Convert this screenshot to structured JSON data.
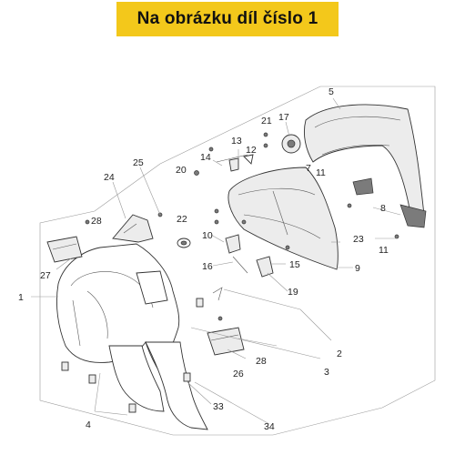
{
  "banner": {
    "title": "Na obrázku díl číslo 1"
  },
  "callouts": [
    "1",
    "2",
    "3",
    "4",
    "5",
    "7",
    "8",
    "9",
    "10",
    "11",
    "11",
    "12",
    "13",
    "14",
    "15",
    "16",
    "17",
    "19",
    "20",
    "21",
    "22",
    "23",
    "24",
    "25",
    "26",
    "27",
    "28",
    "28",
    "33",
    "34"
  ]
}
